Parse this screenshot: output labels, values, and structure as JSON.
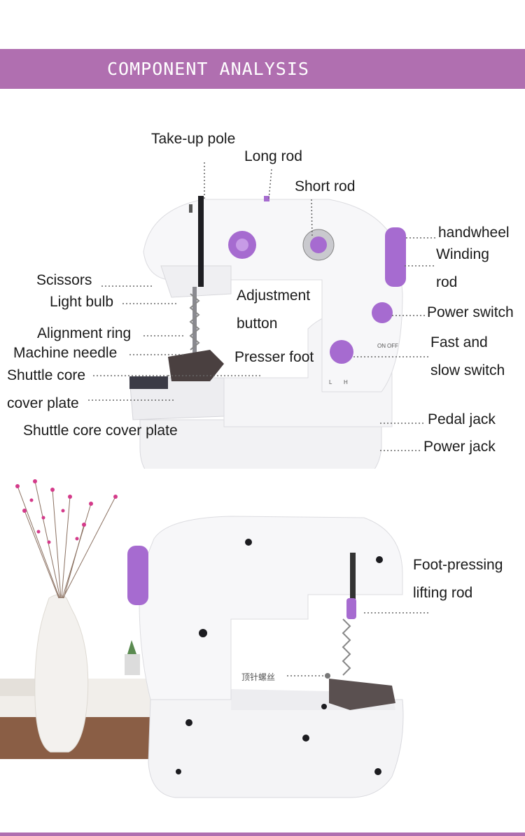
{
  "banner": {
    "title": "COMPONENT ANALYSIS"
  },
  "labels": {
    "take_up_pole": "Take-up pole",
    "long_rod": "Long rod",
    "short_rod": "Short rod",
    "handwheel": "handwheel",
    "winding_rod_1": "Winding",
    "winding_rod_2": "rod",
    "scissors": "Scissors",
    "light_bulb": "Light bulb",
    "adjustment_button_1": "Adjustment",
    "adjustment_button_2": "button",
    "power_switch": "Power switch",
    "alignment_ring": "Alignment ring",
    "machine_needle": "Machine needle",
    "fast_slow_switch_1": "Fast and",
    "fast_slow_switch_2": "slow switch",
    "presser_foot": "Presser foot",
    "shuttle_core_1": "Shuttle core",
    "shuttle_core_2": "cover plate",
    "shuttle_core_cover_plate": "Shuttle core cover plate",
    "pedal_jack": "Pedal jack",
    "power_jack": "Power jack",
    "foot_pressing_1": "Foot-pressing",
    "foot_pressing_2": "lifting rod",
    "top_needle_screw": "顶针螺丝"
  },
  "switch_marks": {
    "on": "ON",
    "off": "OFF",
    "low": "L",
    "high": "H"
  },
  "colors": {
    "banner": "#b06fb0",
    "accent_purple": "#a66bd0",
    "body_white": "#f4f4f6"
  }
}
